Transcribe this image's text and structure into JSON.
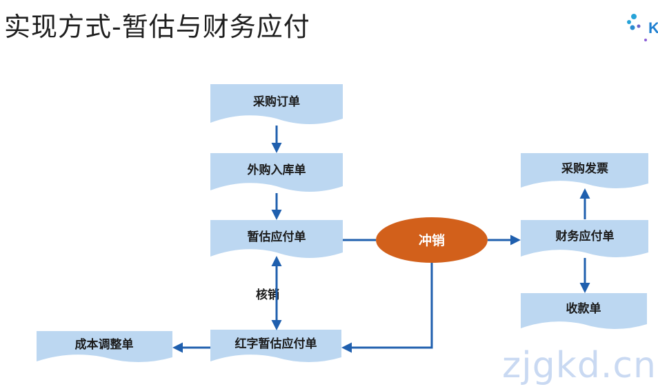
{
  "header": {
    "title": "实现方式-暂估与财务应付"
  },
  "diagram": {
    "nodes": {
      "purchase_order": "采购订单",
      "inbound_receipt": "外购入库单",
      "estimated_payable": "暂估应付单",
      "offset": "冲销",
      "red_estimated_payable": "红字暂估应付单",
      "cost_adjustment": "成本调整单",
      "purchase_invoice": "采购发票",
      "finance_payable": "财务应付单",
      "receipt": "收款单"
    },
    "edge_labels": {
      "write_off": "核销"
    }
  },
  "watermark": "zjgkd.cn",
  "colors": {
    "box_fill": "#bcd7f1",
    "arrow": "#1f5fae",
    "ellipse_fill": "#d2601b",
    "ellipse_text": "#ffffff",
    "node_text": "#1a1a1a"
  }
}
